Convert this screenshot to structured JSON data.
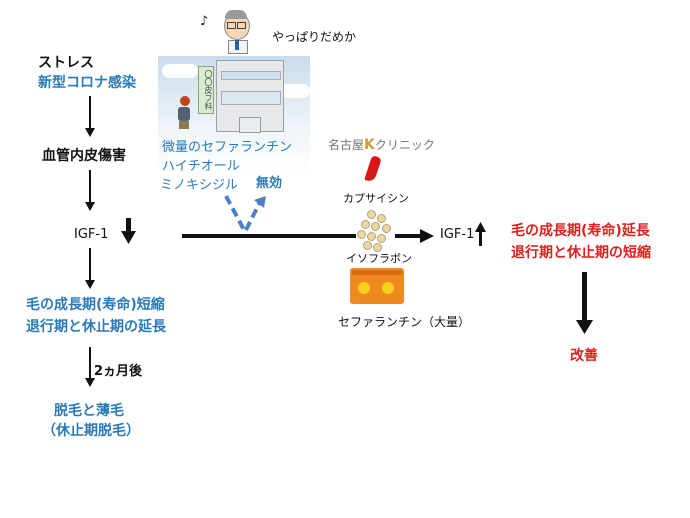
{
  "left_flow": {
    "stress": "ストレス",
    "covid": "新型コロナ感染",
    "endothelial": "血管内皮傷害",
    "igf_down": "IGF-1",
    "shortened_line1": "毛の成長期(寿命)短縮",
    "shortened_line2": "退行期と休止期の延長",
    "after_label": "2ヵ月後",
    "hairloss_line1": "脱毛と薄毛",
    "hairloss_line2": "（休止期脱毛）"
  },
  "clinic": {
    "sign": "〇〇皮フ科",
    "doctor_quote": "やっぱりだめか",
    "treatments": [
      "微量のセファランチン",
      "ハイチオール",
      "ミノキシジル"
    ],
    "result": "無効"
  },
  "k_clinic": {
    "logo_name": "名古屋",
    "logo_k": "K",
    "logo_suffix": "クリニック",
    "capsaicin": "カプサイシン",
    "isoflavone": "イソフラボン",
    "cepharanthine": "セファランチン（大量）",
    "igf_up": "IGF-1"
  },
  "right_flow": {
    "extended_line1": "毛の成長期(寿命)延長",
    "extended_line2": "退行期と休止期の短縮",
    "improved": "改善"
  },
  "colors": {
    "blue": "#2a7ab8",
    "red": "#e0201c",
    "dashed_arrow": "#4a7fc0"
  }
}
